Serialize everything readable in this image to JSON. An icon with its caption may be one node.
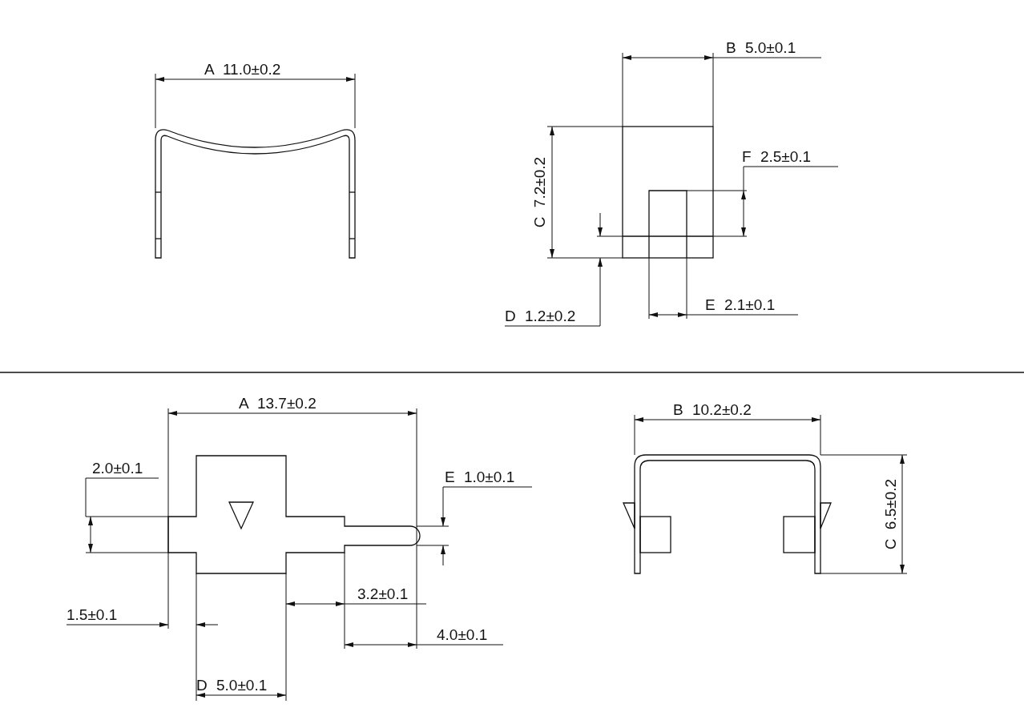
{
  "diagram": {
    "labels": [
      "A 11.0±0.2",
      "B 5.0±0.1",
      "C 7.2±0.2",
      "F 2.5±0.1",
      "D 1.2±0.2",
      "E 2.1±0.1",
      "A 13.7±0.2",
      "B 10.2±0.2",
      "2.0±0.1",
      "E 1.0±0.1",
      "C 6.5±0.2",
      "3.2±0.1",
      "1.5±0.1",
      "4.0±0.1",
      "D 5.0±0.1"
    ]
  }
}
